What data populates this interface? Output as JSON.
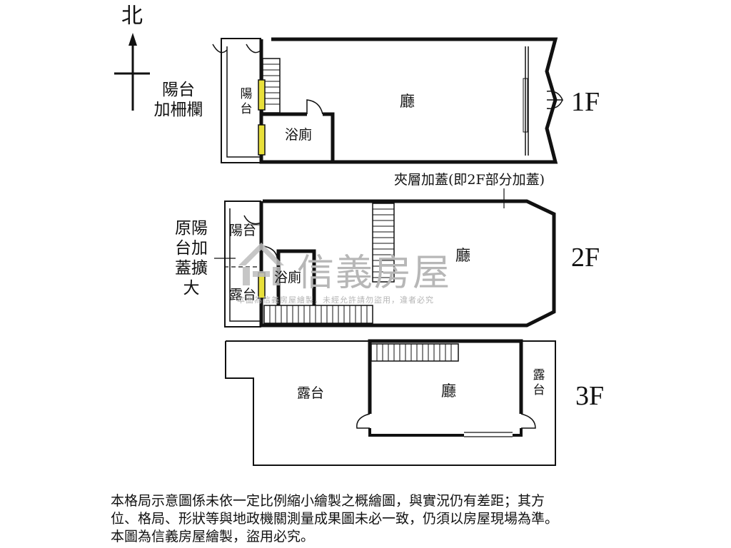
{
  "compass": {
    "north_label": "北"
  },
  "floors": [
    {
      "label": "1F",
      "rooms": {
        "hall": "廳",
        "balcony": "陽\n台",
        "bathroom": "浴廁"
      },
      "note": "陽台\n加柵欄"
    },
    {
      "label": "2F",
      "rooms": {
        "hall": "廳",
        "balcony": "陽台",
        "bathroom": "浴廁",
        "terrace": "露台"
      },
      "note": "原陽\n台加\n蓋擴\n大",
      "mezzanine_note": "夾層加蓋(即2F部分加蓋)"
    },
    {
      "label": "3F",
      "rooms": {
        "hall": "廳",
        "terrace_left": "露台",
        "terrace_right": "露\n台"
      }
    }
  ],
  "watermark": {
    "brand": "信義房屋",
    "sub": "本圖為信義房屋繪製，未經允許請勿盜用，違者必究"
  },
  "disclaimer": "本格局示意圖係未依一定比例縮小繪製之概繪圖，與實況仍有差距；其方\n位、格局、形狀等與地政機關測量成果圖未必一致，仍須以房屋現場為準。\n本圖為信義房屋繪製，盜用必究。",
  "colors": {
    "wall": "#111111",
    "window": "#e8df3a",
    "watermark": "#b7b7b7"
  },
  "icons": [
    "compass-cross-icon",
    "house-logo-icon"
  ]
}
